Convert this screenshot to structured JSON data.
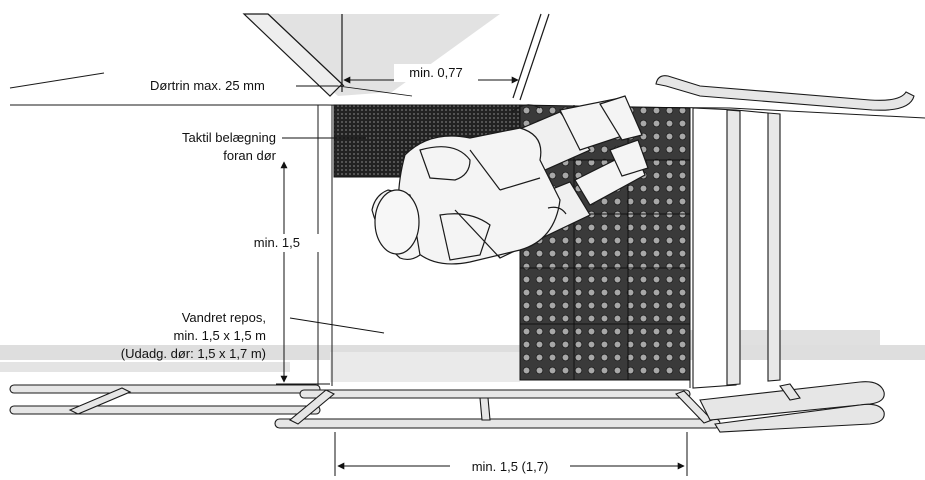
{
  "labels": {
    "door_threshold": "Dørtrin max. 25 mm",
    "door_width": "min. 0,77",
    "tactile_line1": "Taktil belægning",
    "tactile_line2": "foran dør",
    "landing_depth": "min. 1,5",
    "landing_line1": "Vandret repos,",
    "landing_line2": "min. 1,5 x 1,5 m",
    "landing_line3": "(Udadg. dør: 1,5 x 1,7 m)",
    "landing_width": "min. 1,5 (1,7)"
  },
  "colors": {
    "line": "#1a1a1a",
    "shadow": "#dcdcdc",
    "tactile_dark": "#2c2c2c",
    "tactile_dot": "#9a9a9a",
    "rail_fill": "#e6e6e6",
    "figure_fill": "#f4f4f4"
  }
}
